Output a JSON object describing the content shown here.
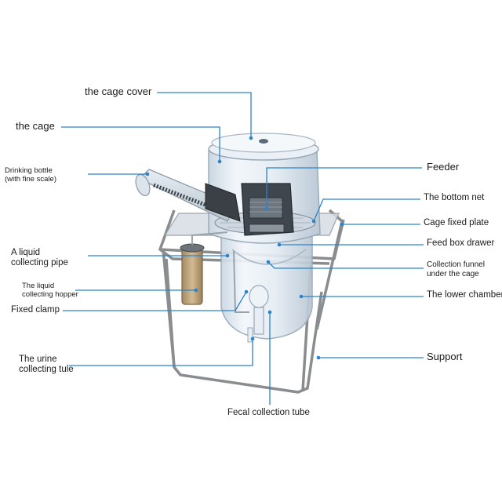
{
  "labels": {
    "cage_cover": "the cage cover",
    "cage": "the cage",
    "drinking_bottle_1": "Drinking bottle",
    "drinking_bottle_2": "(with fine scale)",
    "liquid_pipe_1": "A liquid",
    "liquid_pipe_2": "collecting pipe",
    "liquid_hopper_1": "The liquid",
    "liquid_hopper_2": "collecting hopper",
    "fixed_clamp": "Fixed clamp",
    "urine_tule_1": "The urine",
    "urine_tule_2": "collecting tule",
    "fecal_tube": "Fecal collection tube",
    "feeder": "Feeder",
    "bottom_net": "The bottom net",
    "cage_plate": "Cage fixed plate",
    "feed_drawer": "Feed box drawer",
    "funnel_1": "Collection funnel",
    "funnel_2": "under the cage",
    "lower_chamber": "The lower chamber",
    "support": "Support"
  },
  "colors": {
    "leader": "#2b83c9",
    "text": "#1a1a1a",
    "glass": "#dfe9f2",
    "metal": "#8a8d90"
  }
}
